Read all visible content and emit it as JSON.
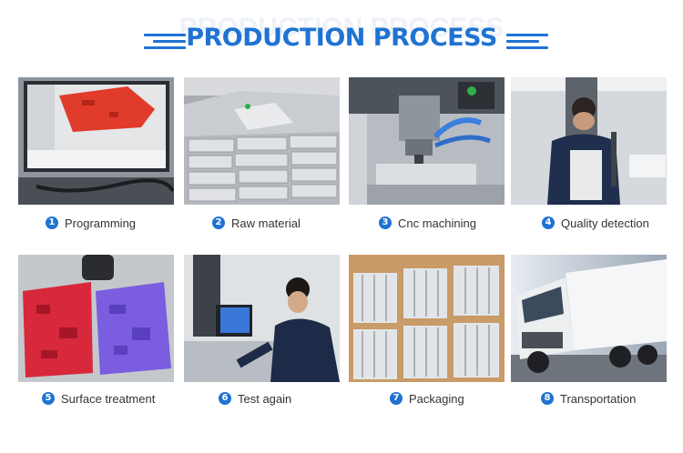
{
  "header": {
    "ghost_title": "PRODUCTION PROCESS",
    "title": "PRODUCTION PROCESS",
    "accent_color": "#1f73d2"
  },
  "steps": [
    {
      "number": "1",
      "label": "Programming",
      "image": "cad-monitor-image"
    },
    {
      "number": "2",
      "label": "Raw material",
      "image": "aluminum-blocks-image"
    },
    {
      "number": "3",
      "label": "Cnc machining",
      "image": "cnc-mill-image"
    },
    {
      "number": "4",
      "label": "Quality detection",
      "image": "inspection-worker-image"
    },
    {
      "number": "5",
      "label": "Surface treatment",
      "image": "anodized-plates-image"
    },
    {
      "number": "6",
      "label": "Test again",
      "image": "measuring-station-image"
    },
    {
      "number": "7",
      "label": "Packaging",
      "image": "carton-boxes-image"
    },
    {
      "number": "8",
      "label": "Transportation",
      "image": "delivery-truck-image"
    }
  ]
}
